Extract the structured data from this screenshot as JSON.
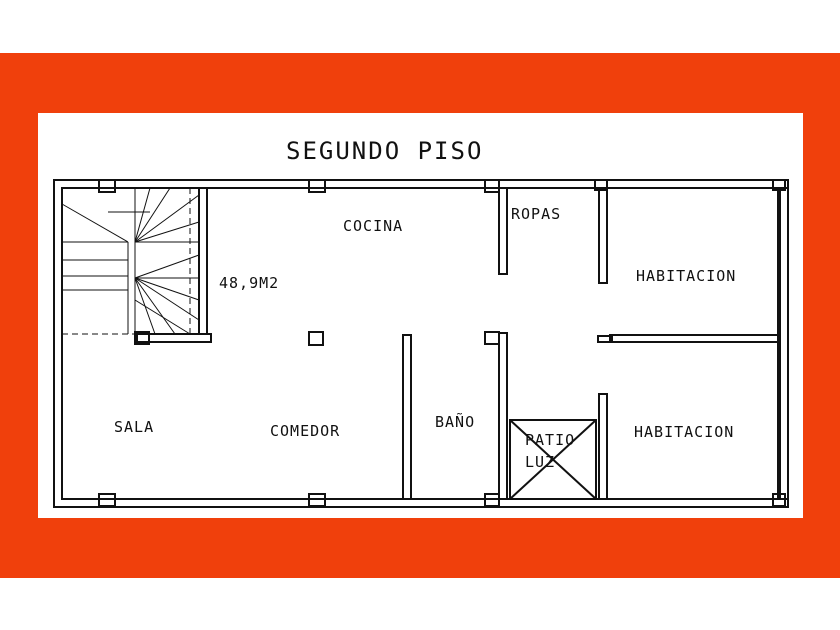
{
  "title": "SEGUNDO PISO",
  "rooms": {
    "cocina": "COCINA",
    "ropas": "ROPAS",
    "area": "48,9M2",
    "habitacion_1": "HABITACION",
    "sala": "SALA",
    "comedor": "COMEDOR",
    "bano": "BAÑO",
    "patio_line1": "PATIO",
    "patio_line2": "LUZ",
    "habitacion_2": "HABITACION"
  },
  "colors": {
    "frame": "#f0400c",
    "wall": "#111111"
  }
}
